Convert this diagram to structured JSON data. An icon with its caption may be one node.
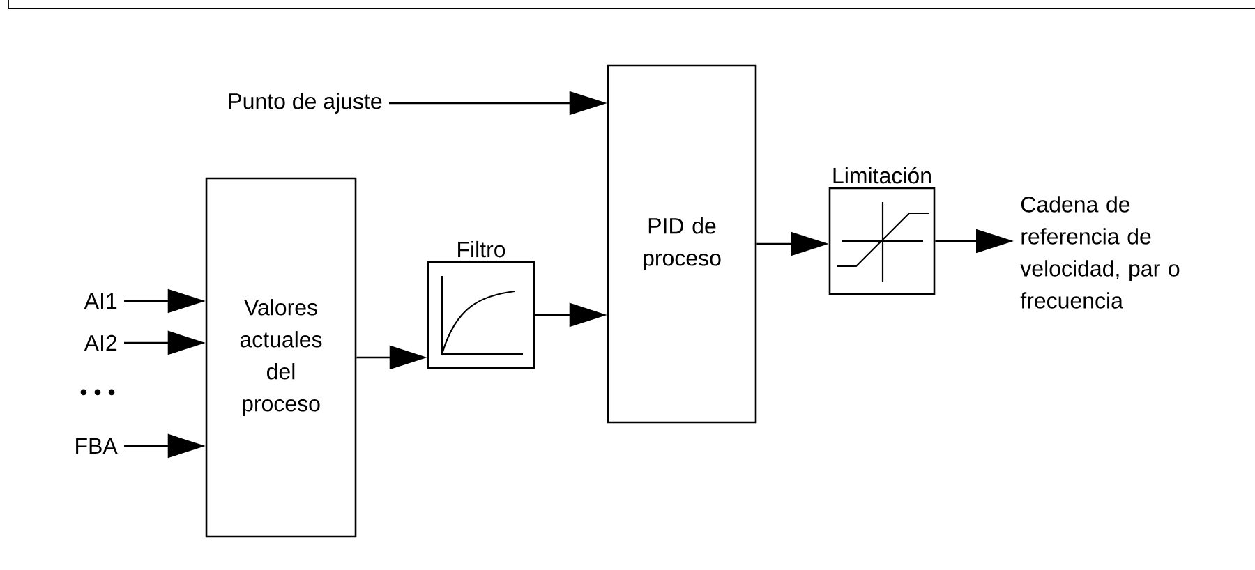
{
  "diagram": {
    "nodes": [
      {
        "text": [
          "Punto de ajuste"
        ]
      },
      {
        "text": [
          "AI1"
        ]
      },
      {
        "text": [
          "AI2"
        ]
      },
      {
        "text": [
          "FBA"
        ]
      },
      {
        "text": [
          "Valores actuales del proceso"
        ]
      },
      {
        "text": [
          "Filtro"
        ]
      },
      {
        "text": [
          "PID de proceso"
        ]
      },
      {
        "text": [
          "Limitación"
        ]
      },
      {
        "text": [
          "Cadena de referencia de velocidad, par o frecuencia"
        ]
      }
    ],
    "edges": [
      {
        "from": 0,
        "to": 6,
        "arrow": "to"
      },
      {
        "from": 1,
        "to": 4,
        "arrow": "to"
      },
      {
        "from": 2,
        "to": 4,
        "arrow": "to"
      },
      {
        "from": 3,
        "to": 4,
        "arrow": "to"
      },
      {
        "from": 4,
        "to": 5,
        "arrow": "to"
      },
      {
        "from": 5,
        "to": 6,
        "arrow": "to"
      },
      {
        "from": 6,
        "to": 7,
        "arrow": "to"
      },
      {
        "from": 7,
        "to": 8,
        "arrow": "to"
      }
    ],
    "labels": [
      "• • •"
    ]
  }
}
